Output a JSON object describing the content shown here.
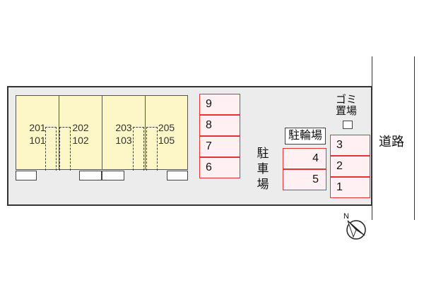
{
  "units": [
    {
      "upper": "201",
      "lower": "101"
    },
    {
      "upper": "202",
      "lower": "102"
    },
    {
      "upper": "203",
      "lower": "103"
    },
    {
      "upper": "205",
      "lower": "105"
    }
  ],
  "parking_left": [
    "9",
    "8",
    "7",
    "6"
  ],
  "parking_middle": [
    "4",
    "5"
  ],
  "parking_right": [
    "3",
    "2",
    "1"
  ],
  "parking_label": [
    "駐",
    "車",
    "場"
  ],
  "bicycle_parking_label": "駐輪場",
  "garbage_label_line1": "ゴミ",
  "garbage_label_line2": "置場",
  "road_label": "道路",
  "compass_label": "N",
  "colors": {
    "building_fill": "#fdf6c6",
    "parking_border": "#e33333",
    "parking_fill": "#fff0f3",
    "site_fill": "#ececec"
  }
}
